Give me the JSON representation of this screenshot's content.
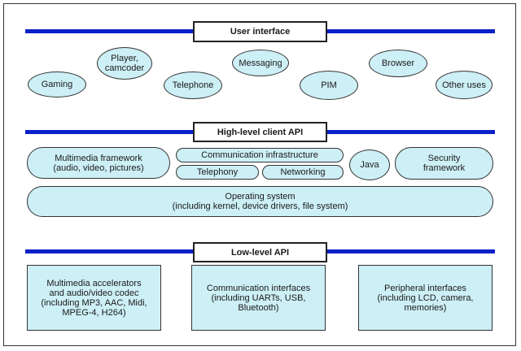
{
  "layers": {
    "user_interface": {
      "label": "User interface",
      "apps": [
        "Gaming",
        "Player,\ncamcoder",
        "Telephone",
        "Messaging",
        "PIM",
        "Browser",
        "Other uses"
      ]
    },
    "high_level_api": {
      "label": "High-level client API",
      "multimedia_framework": "Multimedia framework\n(audio, video, pictures)",
      "communication_infrastructure": "Communication infrastructure",
      "telephony": "Telephony",
      "networking": "Networking",
      "java": "Java",
      "security_framework": "Security\nframework",
      "operating_system": "Operating system\n(including kernel, device drivers, file system)"
    },
    "low_level_api": {
      "label": "Low-level API",
      "multimedia_accelerators": "Multimedia accelerators\nand audio/video codec\n(including MP3, AAC, Midi,\nMPEG-4, H264)",
      "communication_interfaces": "Communication interfaces\n(including UARTs, USB,\nBluetooth)",
      "peripheral_interfaces": "Peripheral interfaces\n(including LCD, camera,\nmemories)"
    }
  },
  "colors": {
    "bus": "#0a20c8",
    "box_fill": "#cdeff6",
    "outline": "#333333"
  }
}
